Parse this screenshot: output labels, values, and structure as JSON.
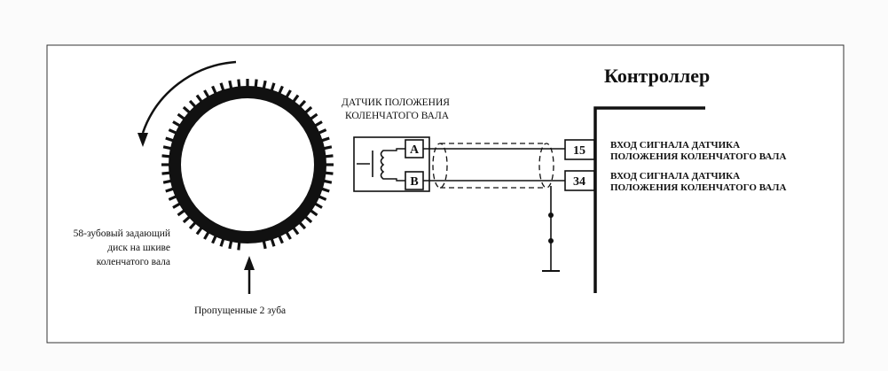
{
  "controller_title": "Контроллер",
  "sensor_label": [
    "ДАТЧИК ПОЛОЖЕНИЯ",
    "КОЛЕНЧАТОГО ВАЛА"
  ],
  "sensor_pins": {
    "a": "A",
    "b": "B"
  },
  "controller_pins": {
    "top": "15",
    "bottom": "34"
  },
  "input_label_1": [
    "ВХОД СИГНАЛА ДАТЧИКА",
    "ПОЛОЖЕНИЯ КОЛЕНЧАТОГО ВАЛА"
  ],
  "input_label_2": [
    "ВХОД СИГНАЛА ДАТЧИКА",
    "ПОЛОЖЕНИЯ КОЛЕНЧАТОГО ВАЛА"
  ],
  "disc_label": [
    "58-зубовый задающий",
    "диск на шкиве",
    "коленчатого вала"
  ],
  "missing_teeth_label": "Пропущенные 2 зуба",
  "reluctor_teeth": 58,
  "missing_teeth_count": 2
}
